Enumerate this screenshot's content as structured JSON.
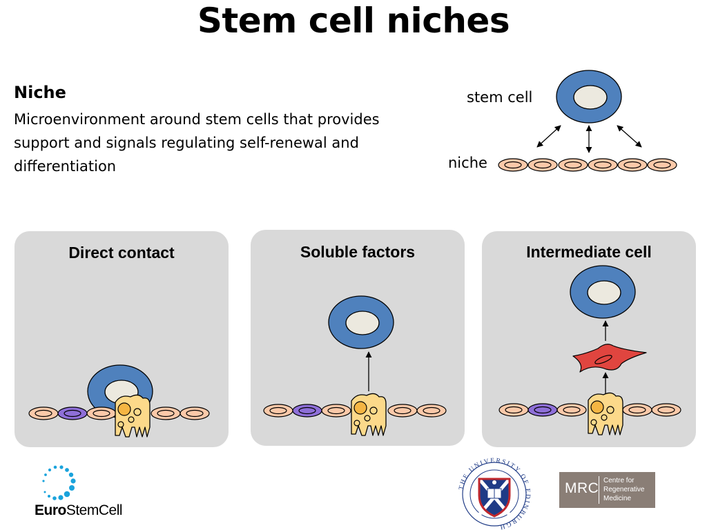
{
  "title": "Stem cell niches",
  "definition": {
    "term": "Niche",
    "text": "Microenvironment around stem cells that provides support and signals regulating self-renewal and differentiation"
  },
  "overview": {
    "stem_cell_label": "stem cell",
    "niche_label": "niche"
  },
  "panels": [
    {
      "title": "Direct contact"
    },
    {
      "title": "Soluble factors"
    },
    {
      "title": "Intermediate cell"
    }
  ],
  "logos": {
    "eurostemcell": {
      "bold": "Euro",
      "regular": "StemCell"
    },
    "university_seal": "THE UNIVERSITY OF EDINBURGH",
    "mrc": {
      "abbr": "MRC",
      "line1": "Centre for",
      "line2": "Regenerative",
      "line3": "Medicine"
    }
  },
  "colors": {
    "stem_cell_fill": "#4f81bd",
    "nucleus_fill": "#ece9df",
    "niche_cell_fill": "#fbc9a9",
    "purple_cell_fill": "#8e6fd8",
    "support_cell_fill": "#fcd98a",
    "intermediate_cell_fill": "#e0453f",
    "panel_bg": "#d9d9d9",
    "logo_blue": "#1aa3dc",
    "seal_red": "#c0282d",
    "seal_blue": "#1f3b86",
    "mrc_bg": "#8a7e76"
  }
}
